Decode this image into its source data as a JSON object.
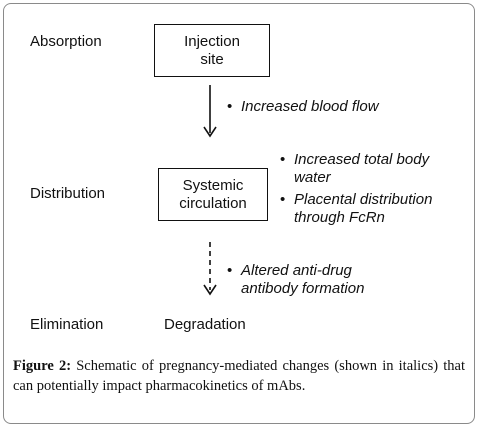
{
  "stages": {
    "absorption": "Absorption",
    "distribution": "Distribution",
    "elimination": "Elimination"
  },
  "nodes": {
    "injection_site": [
      "Injection",
      "site"
    ],
    "systemic_circulation": [
      "Systemic",
      "circulation"
    ],
    "degradation": "Degradation"
  },
  "notes": {
    "absorption_to_distribution": [
      "Increased blood flow"
    ],
    "distribution": [
      [
        "Increased total body",
        "water"
      ],
      [
        "Placental distribution",
        "through FcRn"
      ]
    ],
    "distribution_to_elimination": [
      "Altered anti-drug",
      "antibody formation"
    ]
  },
  "arrows": {
    "absorption_to_distribution": "solid",
    "distribution_to_elimination": "dashed"
  },
  "bullet": "•",
  "caption": {
    "figure_label": "Figure 2:",
    "text": "Schematic of pregnancy-mediated changes (shown in italics) that can potentially impact pharmacokinetics of mAbs."
  }
}
